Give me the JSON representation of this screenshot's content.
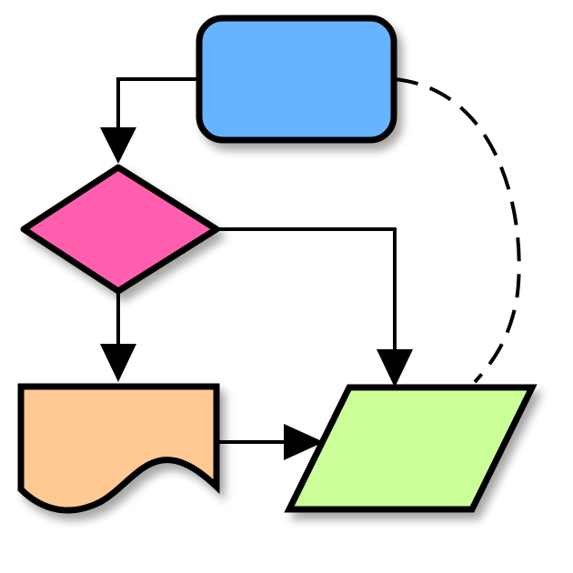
{
  "diagram": {
    "kind": "flowchart-icon",
    "background": "#ffffff",
    "stroke_color": "#000000",
    "shapes": [
      {
        "id": "process",
        "type": "rounded-rectangle",
        "fill": "#66b3ff",
        "label": ""
      },
      {
        "id": "decision",
        "type": "diamond",
        "fill": "#ff5fae",
        "label": ""
      },
      {
        "id": "document",
        "type": "document",
        "fill": "#ffc993",
        "label": ""
      },
      {
        "id": "data",
        "type": "parallelogram",
        "fill": "#ccff99",
        "label": ""
      }
    ],
    "connectors": [
      {
        "id": "process-to-decision",
        "from": "process",
        "to": "decision",
        "style": "solid",
        "arrow": true
      },
      {
        "id": "decision-to-document",
        "from": "decision",
        "to": "document",
        "style": "solid",
        "arrow": true
      },
      {
        "id": "decision-to-data",
        "from": "decision",
        "to": "data",
        "style": "solid",
        "arrow": true
      },
      {
        "id": "document-to-data",
        "from": "document",
        "to": "data",
        "style": "solid",
        "arrow": true
      },
      {
        "id": "process-to-data",
        "from": "process",
        "to": "data",
        "style": "dashed",
        "arrow": false
      }
    ]
  }
}
